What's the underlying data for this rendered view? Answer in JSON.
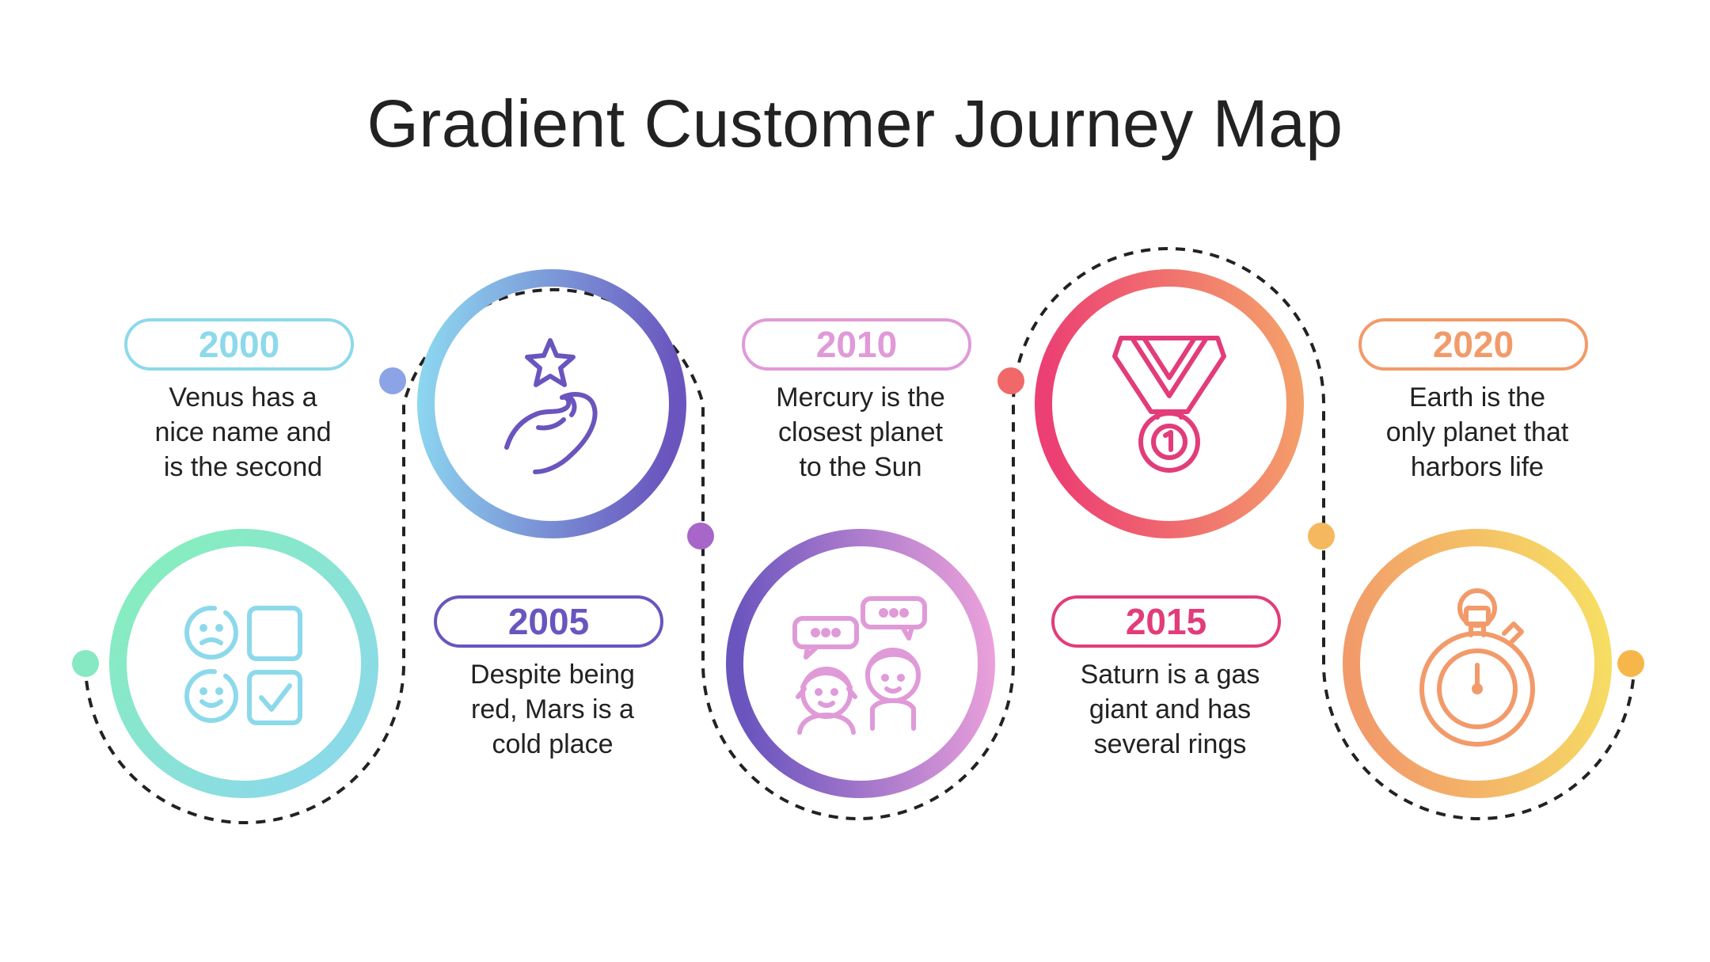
{
  "title": "Gradient Customer Journey Map",
  "steps": [
    {
      "year": "2000",
      "lines": [
        "Venus has a",
        "nice name and",
        "is the second"
      ],
      "icon": "feedback-survey-icon",
      "color": "#8DD9EC",
      "ring_colors": [
        "#86F0B8",
        "#8CD6F0"
      ]
    },
    {
      "year": "2005",
      "lines": [
        "Despite being",
        "red, Mars is a",
        "cold place"
      ],
      "icon": "hand-star-icon",
      "color": "#6A55BE",
      "ring_colors": [
        "#8CD6F0",
        "#6A55BE"
      ]
    },
    {
      "year": "2010",
      "lines": [
        "Mercury is the",
        "closest planet",
        "to the Sun"
      ],
      "icon": "people-chat-icon",
      "color": "#E09AD8",
      "ring_colors": [
        "#6A55BE",
        "#EAA0DA"
      ]
    },
    {
      "year": "2015",
      "lines": [
        "Saturn is a gas",
        "giant and has",
        "several rings"
      ],
      "icon": "medal-icon",
      "color": "#E23C7A",
      "ring_colors": [
        "#EC3F73",
        "#F4A06A"
      ]
    },
    {
      "year": "2020",
      "lines": [
        "Earth is the",
        "only planet that",
        "harbors life"
      ],
      "icon": "stopwatch-icon",
      "color": "#F29A6A",
      "ring_colors": [
        "#F29A6A",
        "#F6DE63"
      ]
    }
  ],
  "dots": [
    "#86E9C4",
    "#8CA3E6",
    "#A766C8",
    "#F06868",
    "#F6B85F",
    "#F6B64A"
  ]
}
